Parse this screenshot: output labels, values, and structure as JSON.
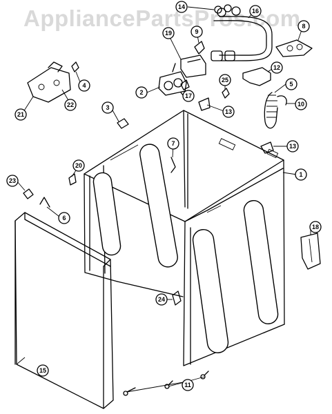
{
  "watermark": "AppliancePartsPros.com",
  "callouts": [
    {
      "id": "c1",
      "label": "1"
    },
    {
      "id": "c2",
      "label": "2"
    },
    {
      "id": "c3",
      "label": "3"
    },
    {
      "id": "c4",
      "label": "4"
    },
    {
      "id": "c5",
      "label": "5"
    },
    {
      "id": "c6",
      "label": "6"
    },
    {
      "id": "c7",
      "label": "7"
    },
    {
      "id": "c8",
      "label": "8"
    },
    {
      "id": "c9",
      "label": "9"
    },
    {
      "id": "c10",
      "label": "10"
    },
    {
      "id": "c11",
      "label": "11"
    },
    {
      "id": "c12",
      "label": "12"
    },
    {
      "id": "c13a",
      "label": "13"
    },
    {
      "id": "c13b",
      "label": "13"
    },
    {
      "id": "c14",
      "label": "14"
    },
    {
      "id": "c15",
      "label": "15"
    },
    {
      "id": "c16",
      "label": "16"
    },
    {
      "id": "c17",
      "label": "17"
    },
    {
      "id": "c18",
      "label": "18"
    },
    {
      "id": "c19",
      "label": "19"
    },
    {
      "id": "c20",
      "label": "20"
    },
    {
      "id": "c21",
      "label": "21"
    },
    {
      "id": "c22",
      "label": "22"
    },
    {
      "id": "c23",
      "label": "23"
    },
    {
      "id": "c24",
      "label": "24"
    },
    {
      "id": "c25",
      "label": "25"
    }
  ]
}
